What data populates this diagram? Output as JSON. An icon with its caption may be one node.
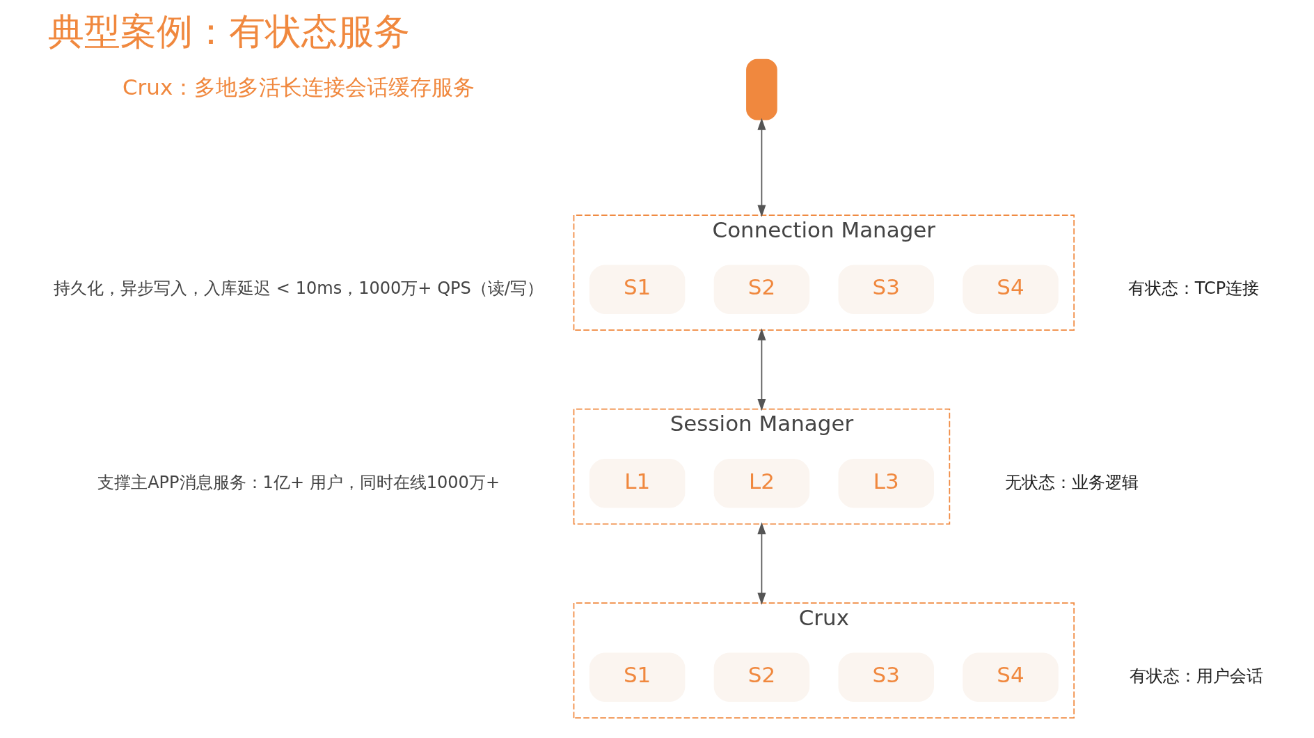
{
  "diagram": {
    "title": "典型案例：有状态服务",
    "nodes": [
      {
        "text": [],
        "shape": "phone"
      },
      {
        "text": [
          "Connection Manager"
        ],
        "beside": [
          "有状态：TCP连接"
        ]
      },
      {
        "text": [
          "S1"
        ],
        "in": 1
      },
      {
        "text": [
          "S2"
        ],
        "in": 1
      },
      {
        "text": [
          "S3"
        ],
        "in": 1
      },
      {
        "text": [
          "S4"
        ],
        "in": 1
      },
      {
        "text": [
          "Session Manager"
        ],
        "beside": [
          "无状态：业务逻辑"
        ]
      },
      {
        "text": [
          "L1"
        ],
        "in": 6
      },
      {
        "text": [
          "L2"
        ],
        "in": 6
      },
      {
        "text": [
          "L3"
        ],
        "in": 6
      },
      {
        "text": [
          "Crux"
        ],
        "beside": [
          "有状态：用户会话"
        ]
      },
      {
        "text": [
          "S1"
        ],
        "in": 10
      },
      {
        "text": [
          "S2"
        ],
        "in": 10
      },
      {
        "text": [
          "S3"
        ],
        "in": 10
      },
      {
        "text": [
          "S4"
        ],
        "in": 10
      }
    ],
    "edges": [
      {
        "from": 0,
        "to": 1,
        "arrow": "both"
      },
      {
        "from": 1,
        "to": 6,
        "arrow": "both"
      },
      {
        "from": 6,
        "to": 10,
        "arrow": "both"
      }
    ],
    "labels": [
      "Crux：多地多活长连接会话缓存服务",
      "持久化，异步写入，入库延迟 < 10ms，1000万+ QPS（读/写）",
      "支撑主APP消息服务：1亿+ 用户，同时在线1000万+"
    ]
  }
}
